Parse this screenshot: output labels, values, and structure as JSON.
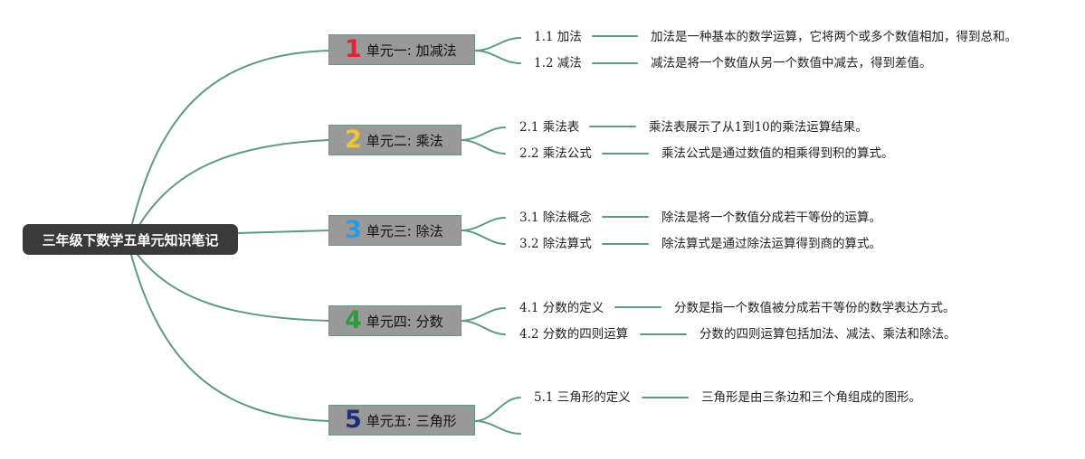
{
  "root": {
    "title": "三年级下数学五单元知识笔记"
  },
  "colors": {
    "connector": "#5f9a83",
    "root_bg": "#3a3a3a",
    "unit_bg": "#999999"
  },
  "units": [
    {
      "number": "1",
      "number_color": "#e0243a",
      "label": "单元一: 加减法",
      "topics": [
        {
          "label": "1.1 加法",
          "desc": "加法是一种基本的数学运算，它将两个或多个数值相加，得到总和。"
        },
        {
          "label": "1.2 减法",
          "desc": "减法是将一个数值从另一个数值中减去，得到差值。"
        }
      ]
    },
    {
      "number": "2",
      "number_color": "#e8c838",
      "label": "单元二: 乘法",
      "topics": [
        {
          "label": "2.1 乘法表",
          "desc": "乘法表展示了从1到10的乘法运算结果。"
        },
        {
          "label": "2.2 乘法公式",
          "desc": "乘法公式是通过数值的相乘得到积的算式。"
        }
      ]
    },
    {
      "number": "3",
      "number_color": "#2b9ae0",
      "label": "单元三: 除法",
      "topics": [
        {
          "label": "3.1 除法概念",
          "desc": "除法是将一个数值分成若干等份的运算。"
        },
        {
          "label": "3.2 除法算式",
          "desc": "除法算式是通过除法运算得到商的算式。"
        }
      ]
    },
    {
      "number": "4",
      "number_color": "#2a9c3c",
      "label": "单元四: 分数",
      "topics": [
        {
          "label": "4.1 分数的定义",
          "desc": "分数是指一个数值被分成若干等份的数学表达方式。"
        },
        {
          "label": "4.2 分数的四则运算",
          "desc": "分数的四则运算包括加法、减法、乘法和除法。"
        }
      ]
    },
    {
      "number": "5",
      "number_color": "#1d2d7c",
      "label": "单元五: 三角形",
      "topics": [
        {
          "label": "5.1 三角形的定义",
          "desc": "三角形是由三条边和三个角组成的图形。"
        }
      ]
    }
  ]
}
